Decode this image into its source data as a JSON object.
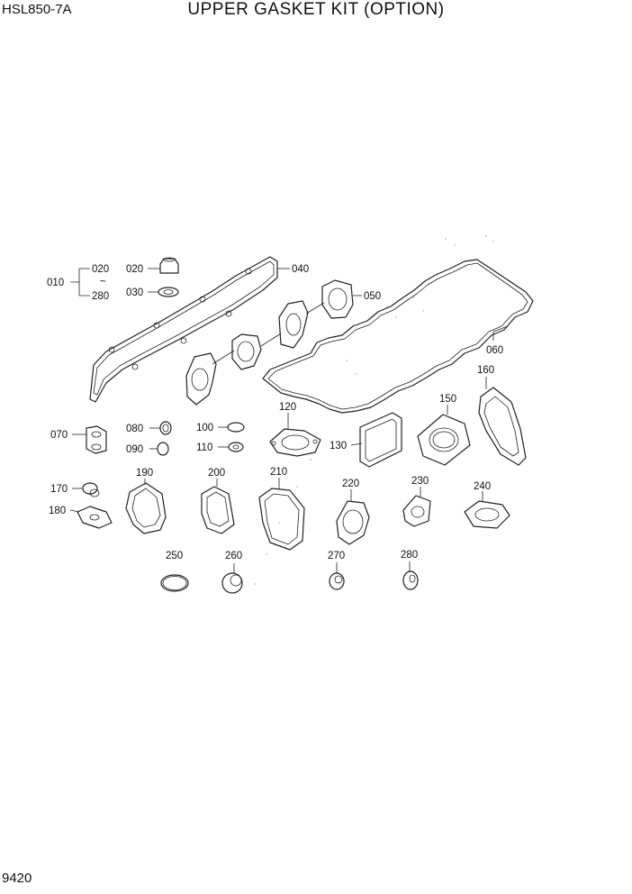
{
  "header": {
    "model": "HSL850-7A",
    "title": "UPPER GASKET KIT (OPTION)"
  },
  "footer": {
    "page_number": "9420"
  },
  "callouts": {
    "p010": "010",
    "p020a": "020",
    "tilde": "~",
    "p280a": "280",
    "p020": "020",
    "p030": "030",
    "p040": "040",
    "p050": "050",
    "p060": "060",
    "p070": "070",
    "p080": "080",
    "p090": "090",
    "p100": "100",
    "p110": "110",
    "p120": "120",
    "p130": "130",
    "p150": "150",
    "p160": "160",
    "p170": "170",
    "p180": "180",
    "p190": "190",
    "p200": "200",
    "p210": "210",
    "p220": "220",
    "p230": "230",
    "p240": "240",
    "p250": "250",
    "p260": "260",
    "p270": "270",
    "p280": "280"
  }
}
